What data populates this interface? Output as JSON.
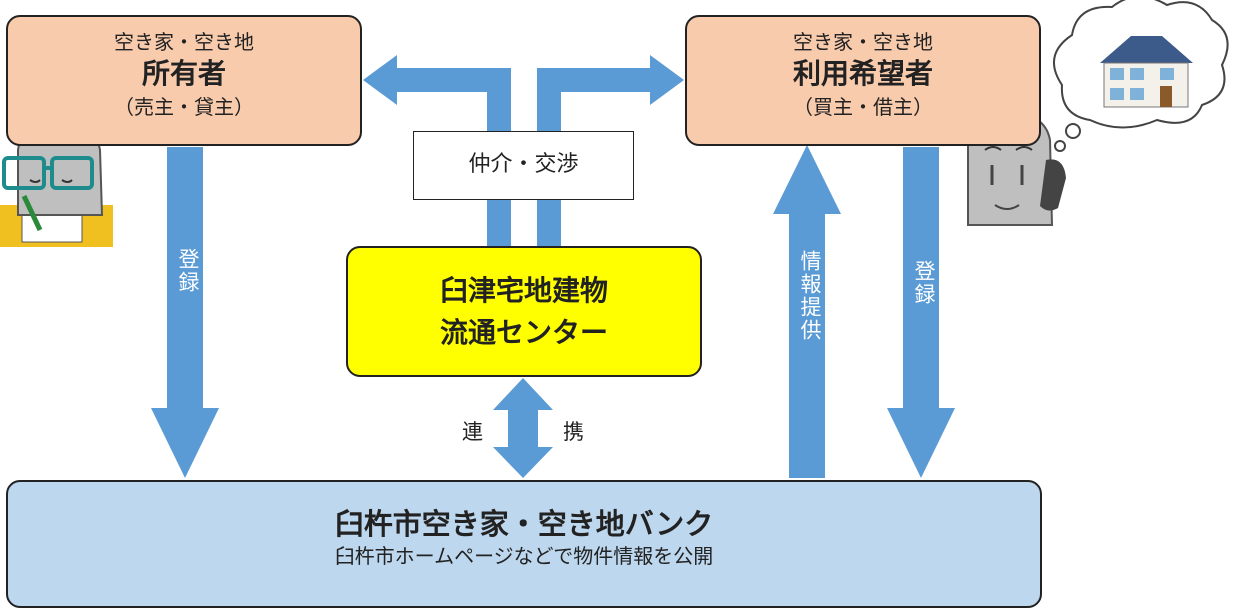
{
  "owner": {
    "sub": "空き家・空き地",
    "title": "所有者",
    "roles": "（売主・貸主）"
  },
  "user": {
    "sub": "空き家・空き地",
    "title": "利用希望者",
    "roles": "（買主・借主）"
  },
  "broker": {
    "label": "仲介・交渉"
  },
  "center": {
    "line1": "臼津宅地建物",
    "line2": "流通センター"
  },
  "bank": {
    "title": "臼杵市空き家・空き地バンク",
    "desc": "臼杵市ホームページなどで物件情報を公開"
  },
  "arrows": {
    "owner_register": "登録",
    "user_register": "登録",
    "info_provide": "情報提供",
    "link_left": "連",
    "link_right": "携"
  },
  "colors": {
    "arrow": "#5b9bd5",
    "party": "#f8cbad",
    "center": "#ffff00",
    "bank": "#bdd7ee"
  },
  "icons": [
    "owner-character-icon",
    "user-character-icon",
    "house-thought-icon"
  ]
}
